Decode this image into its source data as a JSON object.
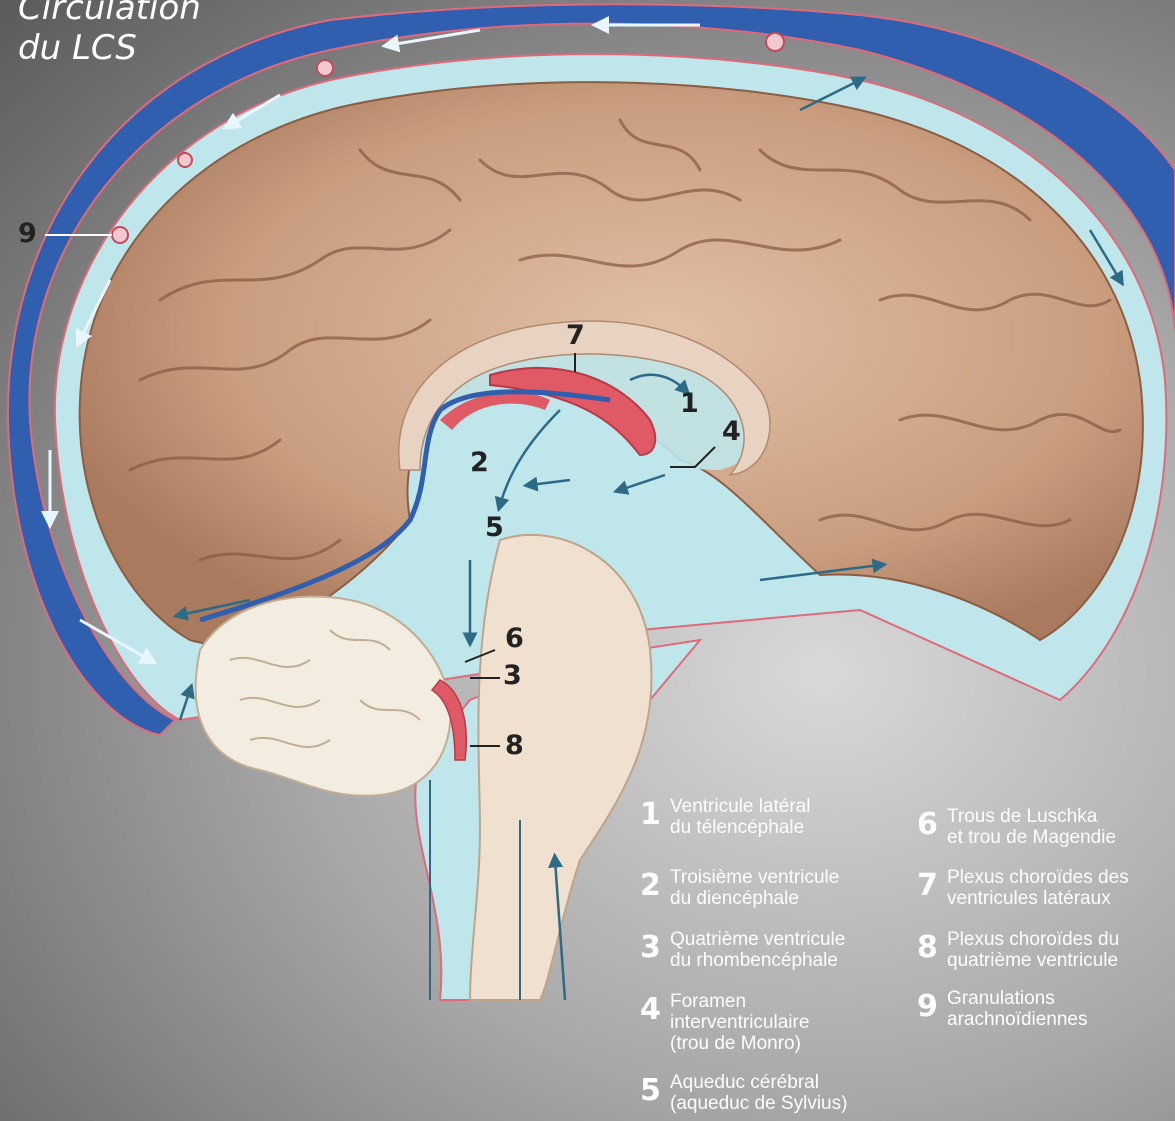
{
  "title": {
    "line1": "Circulation",
    "line2": "du LCS"
  },
  "callouts": [
    "1",
    "2",
    "3",
    "4",
    "5",
    "6",
    "7",
    "8",
    "9"
  ],
  "legend": [
    {
      "num": "1",
      "lines": [
        "Ventricule latéral",
        "du télencéphale"
      ]
    },
    {
      "num": "2",
      "lines": [
        "Troisième ventricule",
        "du diencéphale"
      ]
    },
    {
      "num": "3",
      "lines": [
        "Quatrième ventricule",
        "du rhombencéphale"
      ]
    },
    {
      "num": "4",
      "lines": [
        "Foramen",
        "interventriculaire",
        "(trou de Monro)"
      ]
    },
    {
      "num": "5",
      "lines": [
        "Aqueduc cérébral",
        "(aqueduc de Sylvius)"
      ]
    },
    {
      "num": "6",
      "lines": [
        "Trous de Luschka",
        "et trou de Magendie"
      ]
    },
    {
      "num": "7",
      "lines": [
        "Plexus choroïdes des",
        "ventricules latéraux"
      ]
    },
    {
      "num": "8",
      "lines": [
        "Plexus choroïdes du",
        "quatrième ventricule"
      ]
    },
    {
      "num": "9",
      "lines": [
        "Granulations",
        "arachnoïdiennes"
      ]
    }
  ],
  "colors": {
    "csf": "#bfe6ea",
    "venous_sinus": "#2f5fae",
    "cortex": "#cfa68a",
    "brainstem": "#efe0cf",
    "plexus": "#e05a66"
  }
}
